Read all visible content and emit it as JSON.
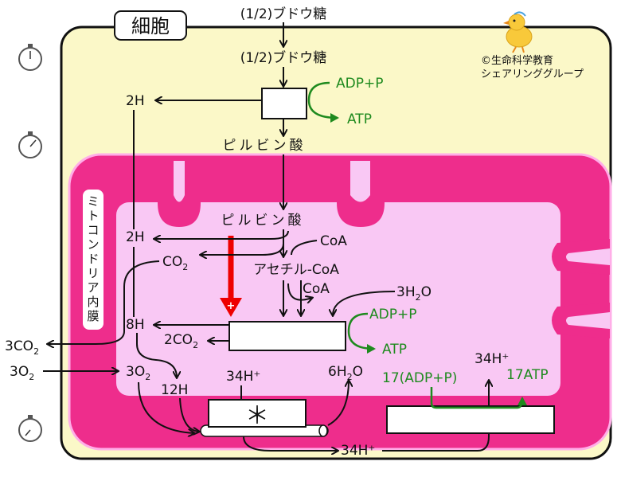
{
  "cell_title": "細胞",
  "copyright_line1": "©生命科学教育",
  "copyright_line2": "シェアリンググループ",
  "membrane_label": [
    "ミ",
    "ト",
    "コ",
    "ン",
    "ド",
    "リ",
    "ア",
    "内",
    "膜"
  ],
  "glucose_outside": "(1/2)ブドウ糖",
  "glucose_inside": "(1/2)ブドウ糖",
  "glycolysis": {
    "h_out": "2H",
    "adp": "ADP+P",
    "atp": "ATP",
    "product": "ピルビン酸"
  },
  "matrix": {
    "pyruvate": "ピルビン酸",
    "h_2": "2H",
    "coa_in": "CoA",
    "co2": {
      "main": "CO",
      "sub": "2"
    },
    "acetyl_coa": "アセチル-CoA",
    "coa_out": "CoA",
    "water_in": {
      "pre": "3H",
      "sub": "2",
      "post": "O"
    },
    "adp": "ADP+P",
    "h_8": "8H",
    "co2_2": {
      "main": "2CO",
      "sub": "2"
    },
    "atp": "ATP",
    "o2_3": {
      "main": "3O",
      "sub": "2"
    },
    "h_12": "12H",
    "h_34_left": "34H⁺",
    "water_out": {
      "pre": "6H",
      "sub": "2",
      "post": "O"
    },
    "h_34_right": "34H⁺",
    "adp_17": "17(ADP+P)",
    "atp_17": "17ATP",
    "star": "＊"
  },
  "outside": {
    "co2_3": {
      "main": "3CO",
      "sub": "2"
    },
    "o2_3": {
      "main": "3O",
      "sub": "2"
    },
    "h_34_bottom": "34H⁺"
  },
  "colors": {
    "cytoplasm": "#fbf8c8",
    "mito_membrane": "#ee2d8c",
    "matrix": "#f9c8f4",
    "green": "#1e8a1e",
    "red": "#ee0000"
  },
  "timer_icons": [
    "stopwatch-icon",
    "stopwatch-icon",
    "stopwatch-icon"
  ]
}
